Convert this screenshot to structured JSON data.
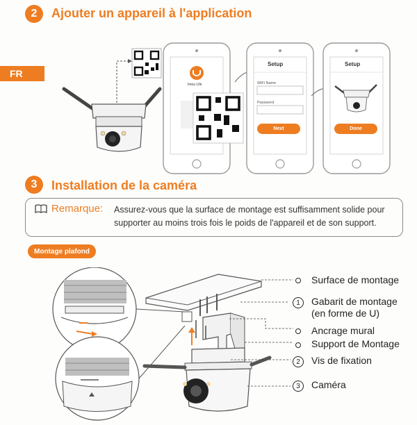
{
  "section2": {
    "number": "2",
    "title": "Ajouter un appareil à l'application"
  },
  "lang_tab": "FR",
  "app": {
    "logo_caption": "Imou Life",
    "setup_title": "Setup",
    "wifi_label": "WiFi Name",
    "password_label": "Password",
    "next_button": "Next",
    "setup_title_2": "Setup",
    "done_button": "Done"
  },
  "section3": {
    "number": "3",
    "title": "Installation de la caméra"
  },
  "note": {
    "label": "Remarque:",
    "line1": "Assurez-vous que la surface de montage est suffisamment solide pour",
    "line2": "supporter au moins trois fois le poids de l'appareil et de son support."
  },
  "mount_pill": "Montage plafond",
  "callouts": {
    "c1": {
      "text": "Surface de montage"
    },
    "c2": {
      "num": "1",
      "text1": "Gabarit de montage",
      "text2": "(en forme de U)"
    },
    "c3": {
      "text": "Ancrage mural"
    },
    "c4": {
      "text": "Support de Montage"
    },
    "c5": {
      "num": "2",
      "text": "Vis de fixation"
    },
    "c6": {
      "num": "3",
      "text": "Caméra"
    }
  },
  "colors": {
    "accent": "#ee7d22",
    "line": "#222222",
    "gray": "#8a8a8a"
  }
}
